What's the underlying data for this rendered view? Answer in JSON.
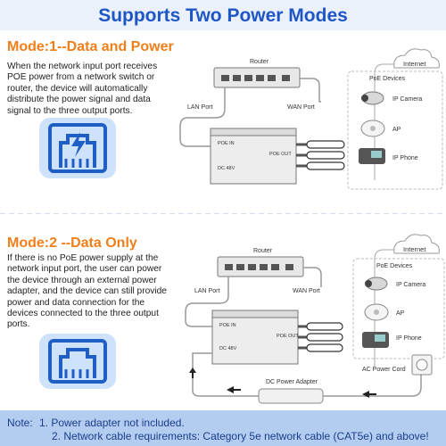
{
  "header": {
    "title": "Supports Two Power Modes"
  },
  "mode1": {
    "title": "Mode:1--Data and Power",
    "description": [
      "When the network input port receives",
      "POE power from a network switch or",
      "router, the device will automatically",
      "distribute the power signal and data",
      "signal to the three output ports."
    ],
    "diagram": {
      "router": "Router",
      "internet": "Internet",
      "lan_port": "LAN Port",
      "wan_port": "WAN Port",
      "poe_in": "POE IN",
      "poe_out": "POE OUT",
      "dc": "DC 48V",
      "poe_devices": "PoE Devices",
      "devices": [
        "IP Camera",
        "AP",
        "IP Phone"
      ]
    }
  },
  "mode2": {
    "title": "Mode:2 --Data Only",
    "description": [
      "If there is no PoE power supply at the",
      "network input port, the user can power",
      "the device through an external power",
      "adapter, and the device can still provide",
      "power and data connection for the",
      "devices connected to the three output",
      "ports."
    ],
    "diagram": {
      "router": "Router",
      "internet": "Internet",
      "lan_port": "LAN Port",
      "wan_port": "WAN Port",
      "poe_in": "POE IN",
      "poe_out": "POE OUT",
      "dc": "DC 48V",
      "poe_devices": "PoE Devices",
      "devices": [
        "IP Camera",
        "AP",
        "IP Phone"
      ],
      "adapter": "DC Power Adapter",
      "cord": "AC Power Cord"
    }
  },
  "note": {
    "label": "Note:",
    "lines": [
      "1. Power adapter not included.",
      "2. Network cable requirements: Category 5e network cable (CAT5e) and above!"
    ]
  },
  "colors": {
    "title": "#1f56c6",
    "mode": "#f07f1a",
    "note": "#1b3d8c",
    "accent": "#2a73d9"
  }
}
